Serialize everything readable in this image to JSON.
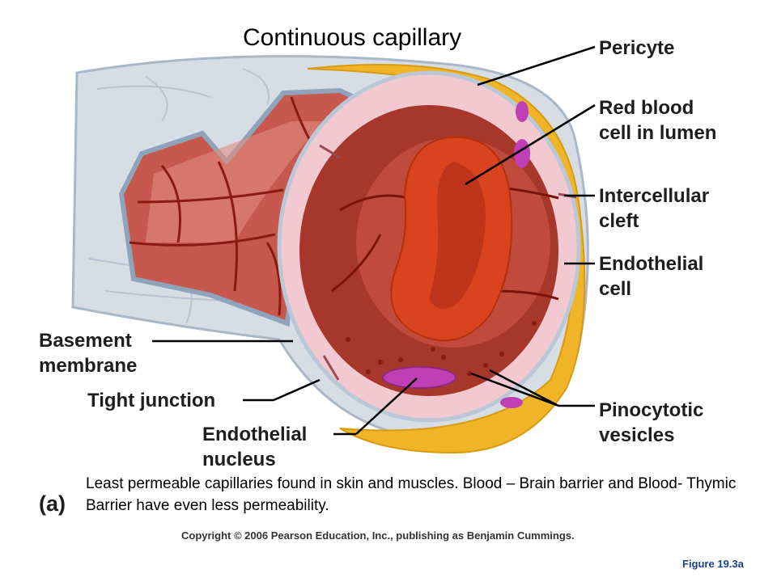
{
  "title": "Continuous capillary",
  "labels": {
    "pericyte": "Pericyte",
    "rbc": [
      "Red blood",
      "cell in lumen"
    ],
    "cleft": [
      "Intercellular",
      "cleft"
    ],
    "endo_cell": [
      "Endothelial",
      "cell"
    ],
    "basement": [
      "Basement",
      "membrane"
    ],
    "tight": "Tight junction",
    "nucleus": [
      "Endothelial",
      "nucleus"
    ],
    "pinocytotic": [
      "Pinocytotic",
      "vesicles"
    ]
  },
  "panel": "(a)",
  "caption": "Least permeable capillaries found in skin and muscles.  Blood – Brain barrier and Blood- Thymic Barrier have even less permeability.",
  "copyright": "Copyright © 2006 Pearson Education, Inc., publishing as Benjamin Cummings.",
  "figure": "Figure 19.3a",
  "colors": {
    "tube_outer": "#d7dde5",
    "tube_edge": "#9fb3c8",
    "interior": "#c85a50",
    "vessel_lines": "#8b1a10",
    "endothelium": "#f2c9d0",
    "pericyte": "#f0b429",
    "rbc": "#d9441f",
    "nucleus": "#c13fb5",
    "leader": "#000000"
  }
}
